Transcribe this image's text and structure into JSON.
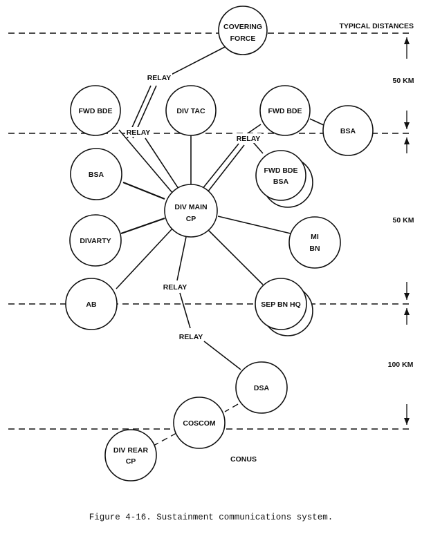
{
  "header": {
    "typical_distances": "TYPICAL DISTANCES"
  },
  "distances": {
    "d1": "50 KM",
    "d2": "50 KM",
    "d3": "100 KM"
  },
  "nodes": {
    "covering_force": {
      "line1": "COVERING",
      "line2": "FORCE"
    },
    "fwd_bde_left": {
      "line1": "FWD BDE"
    },
    "div_tac": {
      "line1": "DIV TAC"
    },
    "fwd_bde_right": {
      "line1": "FWD BDE"
    },
    "bsa_right": {
      "line1": "BSA"
    },
    "fwd_bde_bsa": {
      "line1": "FWD BDE",
      "line2": "BSA"
    },
    "bsa_left": {
      "line1": "BSA"
    },
    "div_main_cp": {
      "line1": "DIV MAIN",
      "line2": "CP"
    },
    "divarty": {
      "line1": "DIVARTY"
    },
    "mi_bn": {
      "line1": "MI",
      "line2": "BN"
    },
    "ab": {
      "line1": "AB"
    },
    "sep_bn_hq": {
      "line1": "SEP BN HQ"
    },
    "dsa": {
      "line1": "DSA"
    },
    "coscom": {
      "line1": "COSCOM"
    },
    "div_rear_cp": {
      "line1": "DIV REAR",
      "line2": "CP"
    }
  },
  "relays": {
    "relay_top": "RELAY",
    "relay_left": "RELAY",
    "relay_right": "RELAY",
    "relay_mid": "RELAY",
    "relay_low": "RELAY"
  },
  "labels": {
    "conus": "CONUS"
  },
  "caption": "Figure 4-16. Sustainment communications system."
}
